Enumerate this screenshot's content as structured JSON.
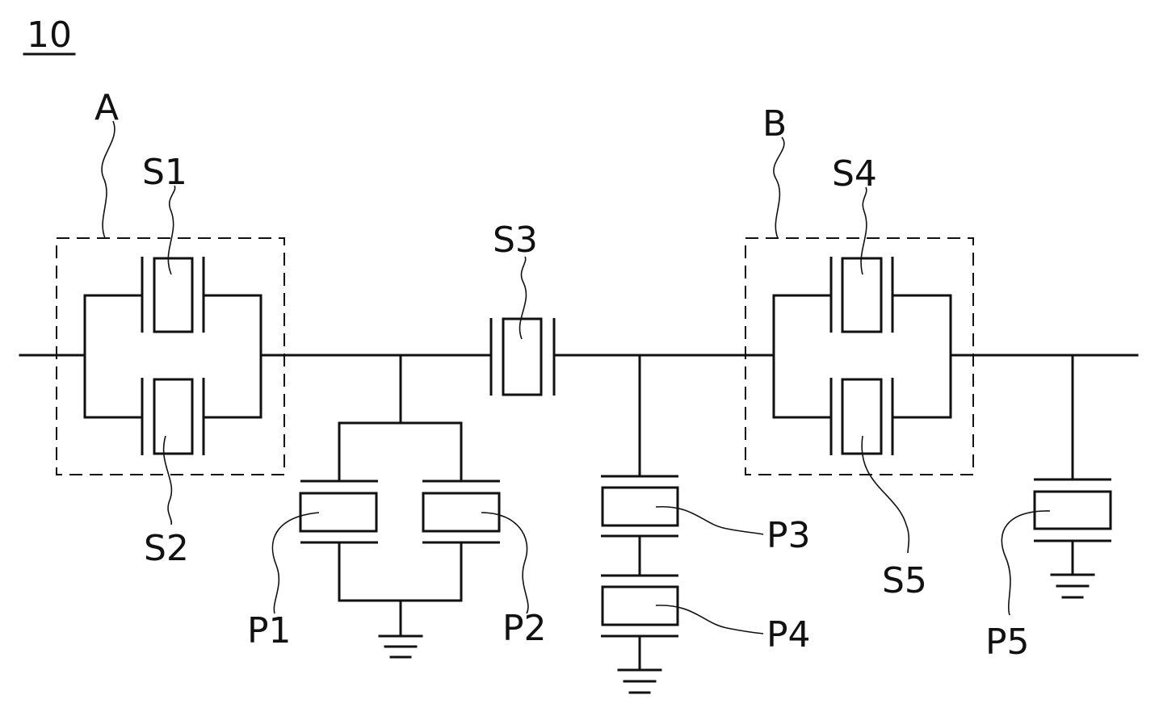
{
  "figure": {
    "number": "10",
    "groups": {
      "a": "A",
      "b": "B"
    },
    "series_resonators": {
      "s1": "S1",
      "s2": "S2",
      "s3": "S3",
      "s4": "S4",
      "s5": "S5"
    },
    "parallel_resonators": {
      "p1": "P1",
      "p2": "P2",
      "p3": "P3",
      "p4": "P4",
      "p5": "P5"
    }
  }
}
